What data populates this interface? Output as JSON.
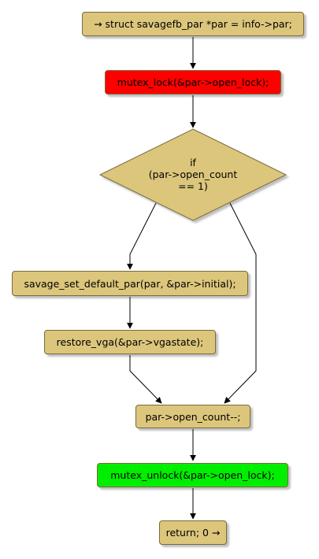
{
  "nodes": {
    "entry": "→ struct savagefb_par *par = info->par;",
    "lock": "mutex_lock(&par->open_lock);",
    "decision": [
      "if",
      "(par->open_count",
      "== 1)"
    ],
    "set_default": "savage_set_default_par(par, &par->initial);",
    "restore": "restore_vga(&par->vgastate);",
    "decrement": "par->open_count--;",
    "unlock": "mutex_unlock(&par->open_lock);",
    "ret": "return; 0 →"
  },
  "colors": {
    "node_fill": "#dcc67c",
    "lock_fill": "#ff0000",
    "unlock_fill": "#00ee00",
    "edge": "#000000"
  }
}
